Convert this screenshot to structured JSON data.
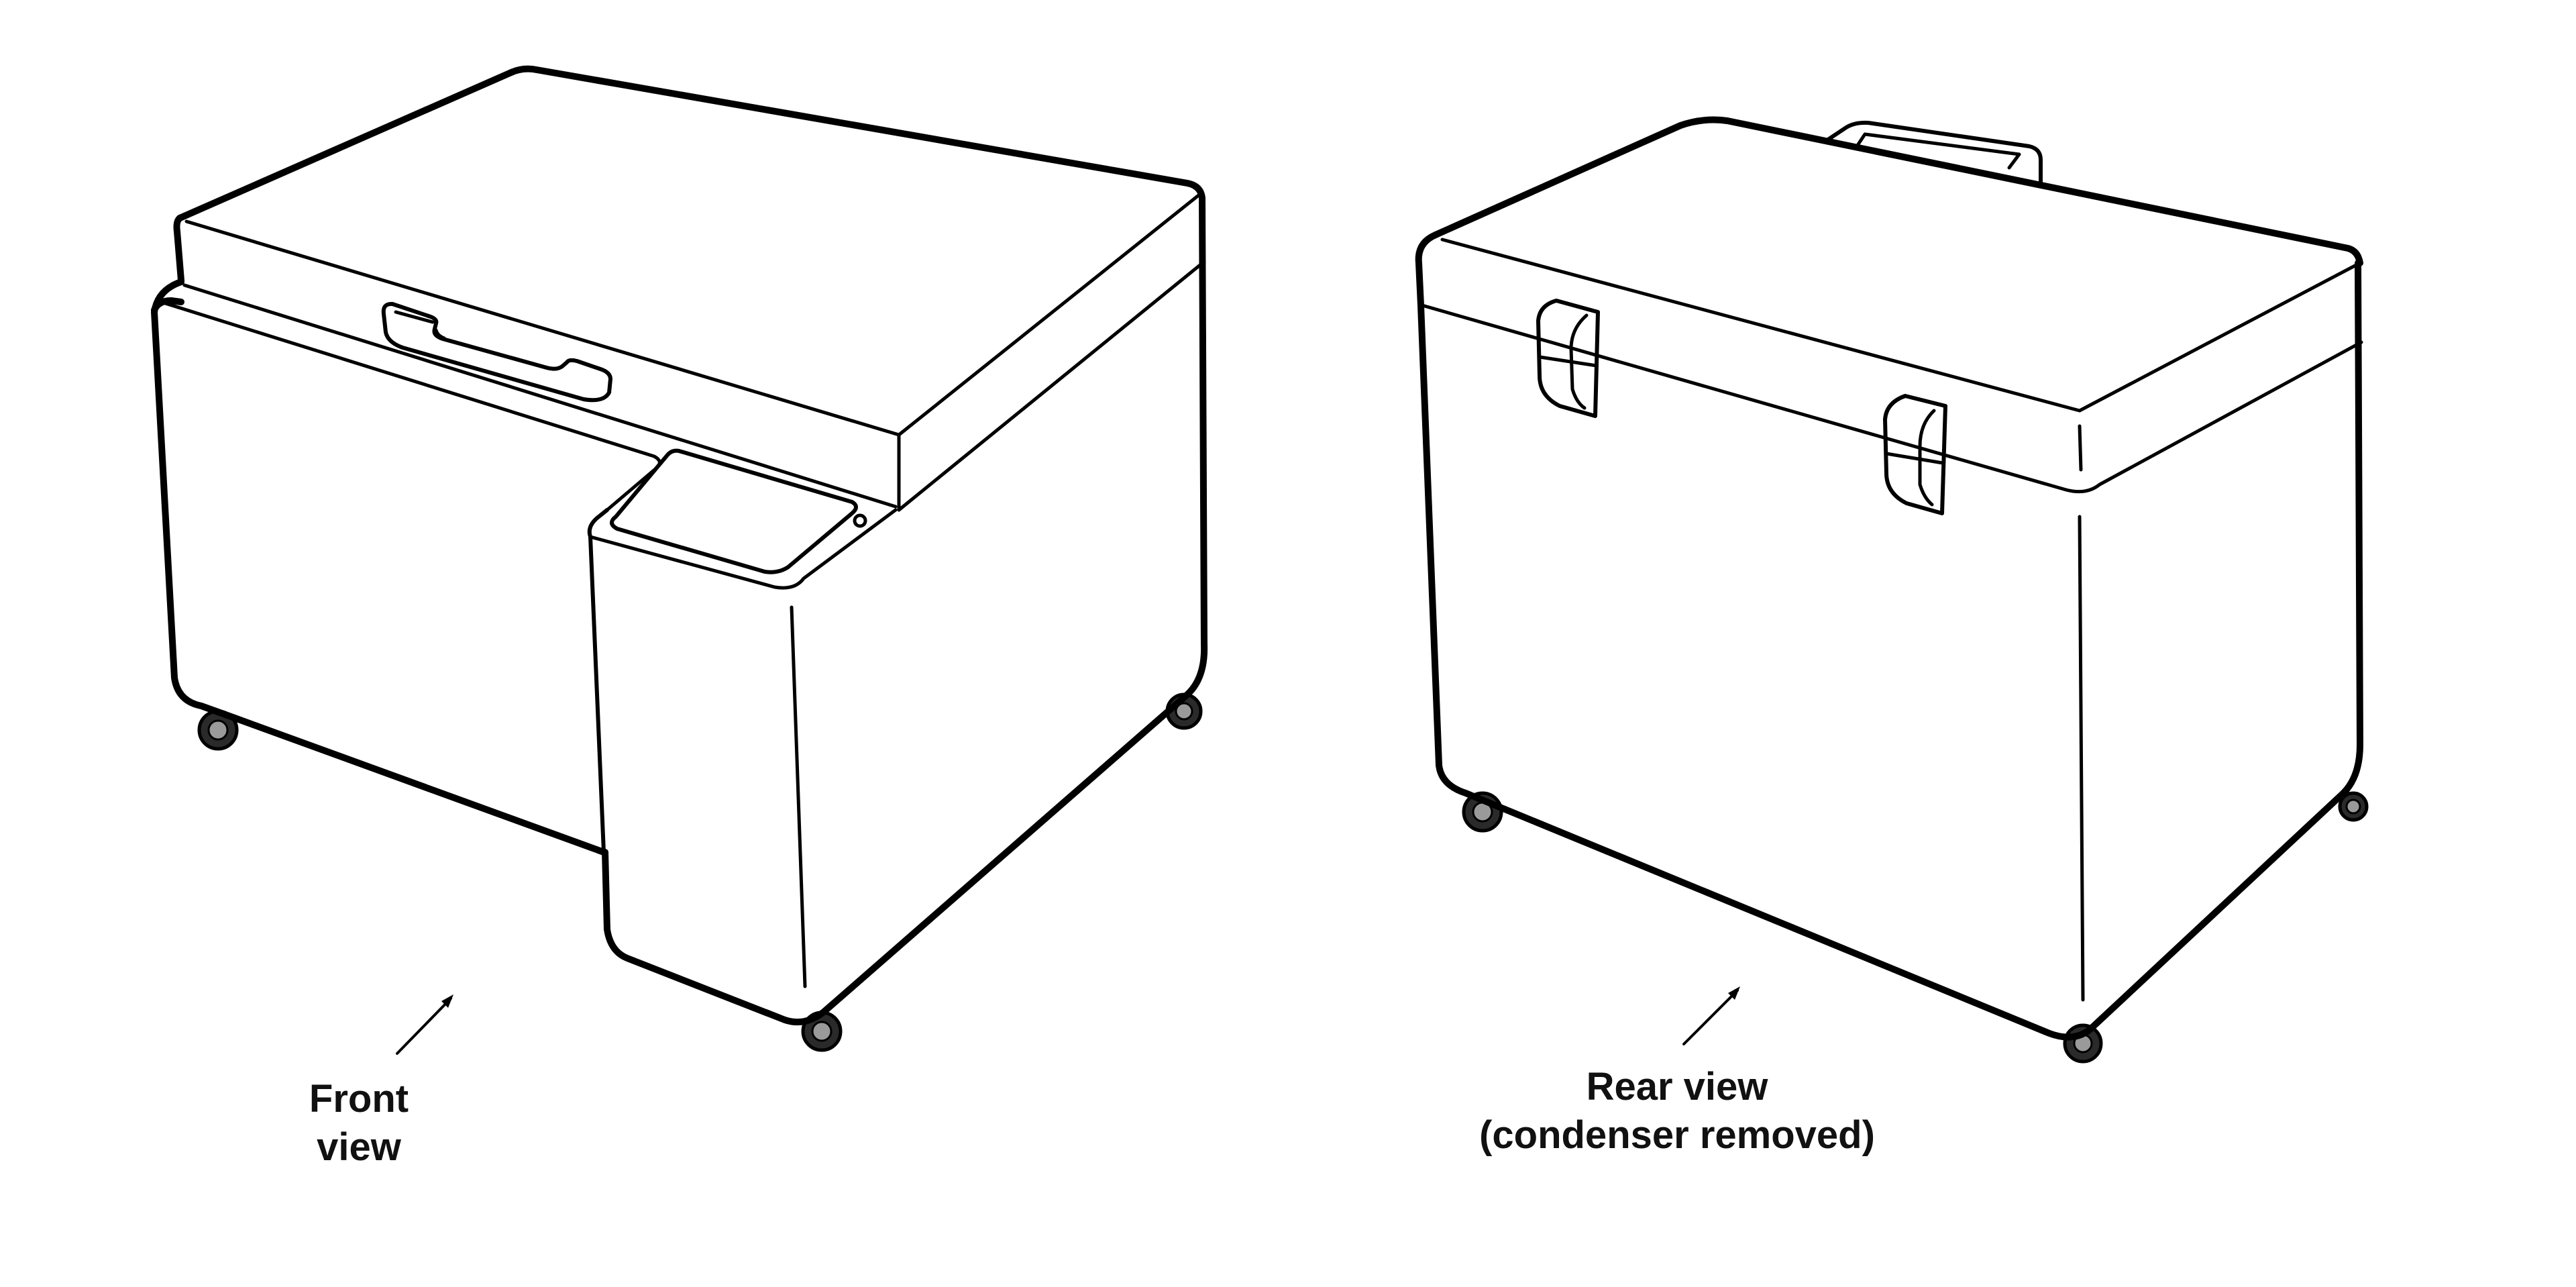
{
  "front_view": {
    "label_line1": "Front",
    "label_line2": "view"
  },
  "rear_view": {
    "label_line1": "Rear view",
    "label_line2": "(condenser removed)"
  },
  "colors": {
    "line": "#000000",
    "background": "#ffffff",
    "wheel": "#2a2a2a",
    "wheel_hub": "#9a9a9a"
  }
}
